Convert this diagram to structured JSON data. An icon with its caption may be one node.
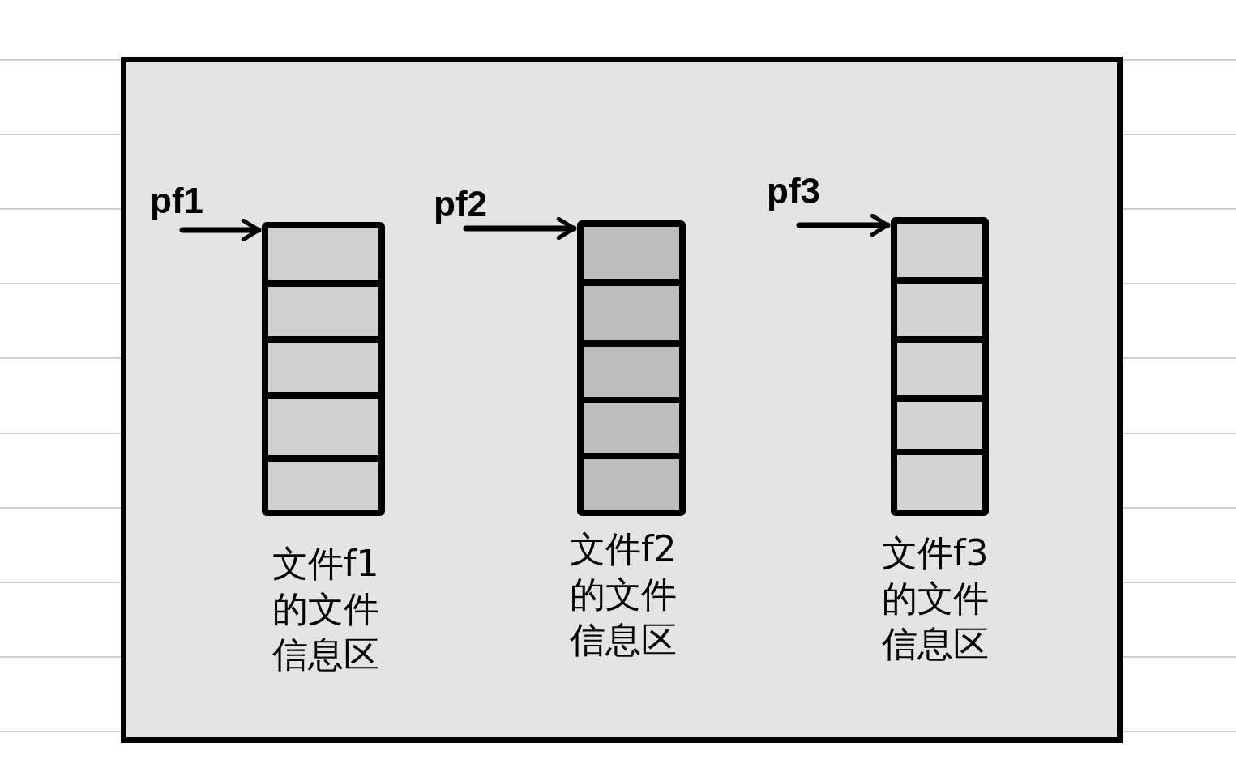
{
  "diagram": {
    "nodes": [
      {
        "text": [],
        "shape": "box"
      },
      {
        "text": [
          "pf1"
        ],
        "in": 0
      },
      {
        "text": [],
        "shape": "box",
        "beside": [
          "文件f1的文件信息区"
        ],
        "in": 0
      },
      {
        "text": [
          "pf2"
        ],
        "in": 0
      },
      {
        "text": [],
        "shape": "box",
        "beside": [
          "文件f2的文件信息区"
        ],
        "in": 0
      },
      {
        "text": [
          "pf3"
        ],
        "in": 0
      },
      {
        "text": [],
        "shape": "box",
        "beside": [
          "文件f3的文件信息区"
        ],
        "in": 0
      }
    ],
    "edges": [
      {
        "from": 1,
        "to": 2,
        "arrow": "to"
      },
      {
        "from": 3,
        "to": 4,
        "arrow": "to"
      },
      {
        "from": 5,
        "to": 6,
        "arrow": "to"
      }
    ]
  }
}
